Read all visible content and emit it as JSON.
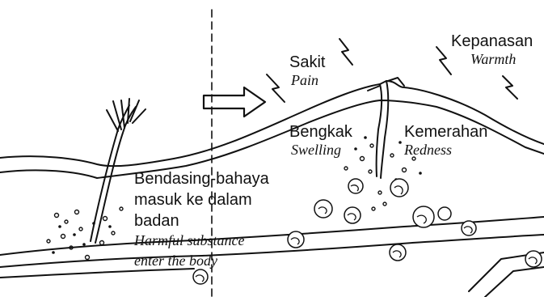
{
  "labels": {
    "pain": {
      "malay": "Sakit",
      "english": "Pain"
    },
    "warmth": {
      "malay": "Kepanasan",
      "english": "Warmth"
    },
    "swelling": {
      "malay": "Bengkak",
      "english": "Swelling"
    },
    "redness": {
      "malay": "Kemerahan",
      "english": "Redness"
    },
    "harmful": {
      "malay_line1": "Bendasing-bahaya",
      "malay_line2": "masuk ke dalam",
      "malay_line3": "badan",
      "english_line1": "Harmful substance",
      "english_line2": "enter the body"
    }
  },
  "colors": {
    "ink": "#111111",
    "paper": "#ffffff",
    "bleed": "#cfcfcf"
  },
  "icons": [
    "lightning-bolt-icon",
    "arrow-right-icon",
    "splinter",
    "white-blood-cell",
    "bacteria-dots"
  ]
}
